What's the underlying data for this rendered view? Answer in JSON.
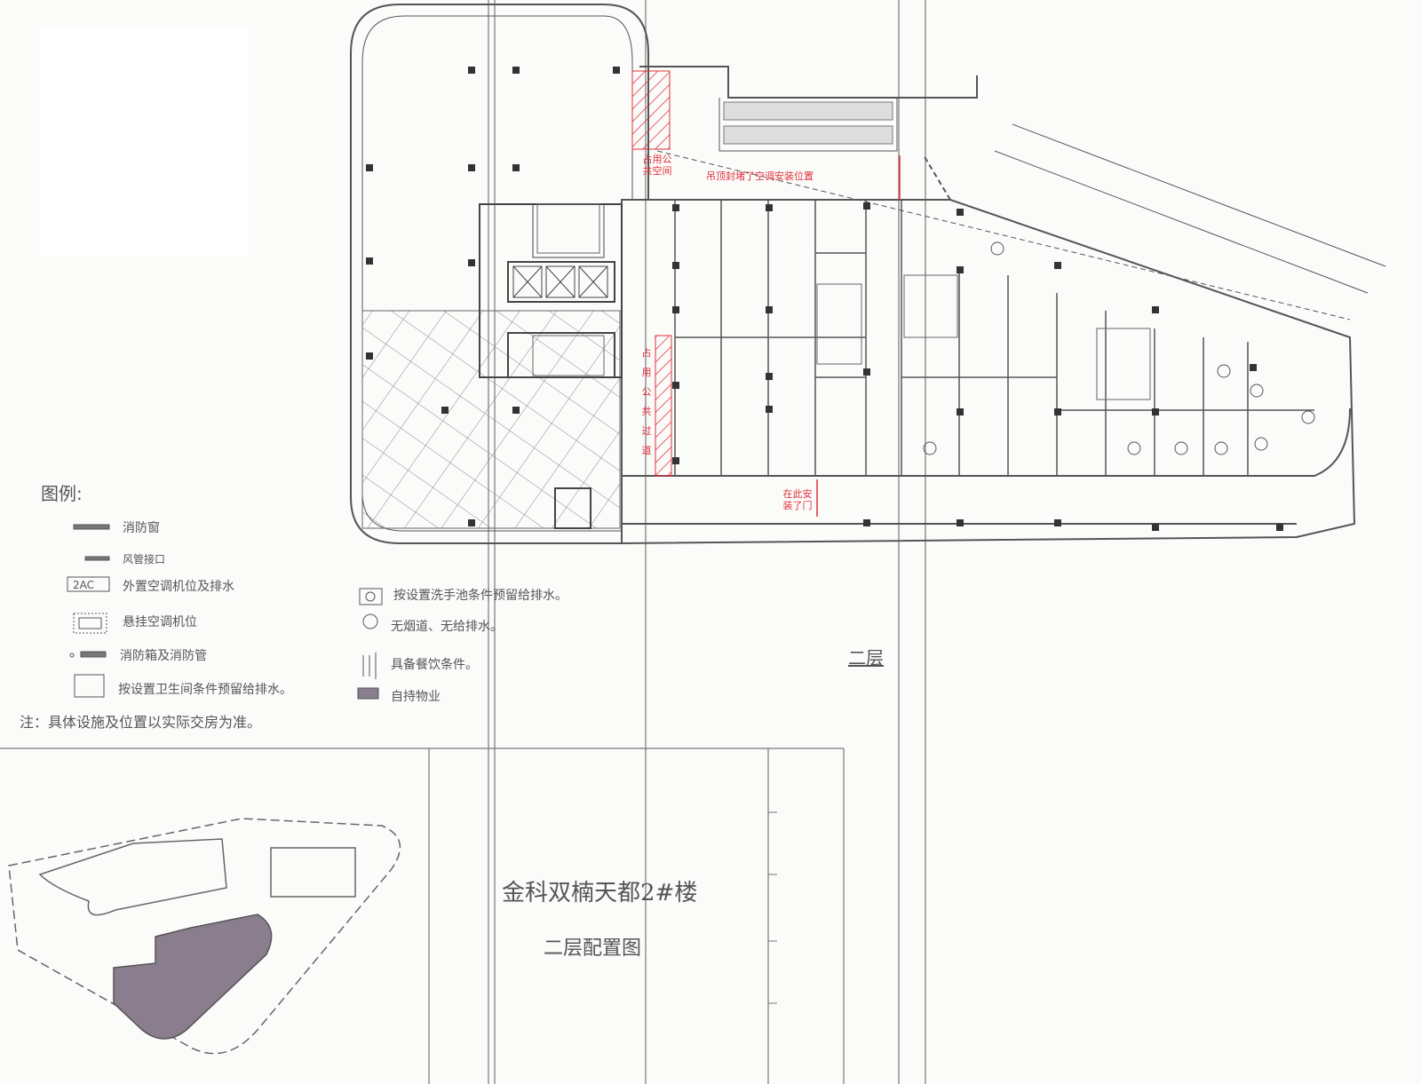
{
  "legend": {
    "title": "图例:",
    "items": [
      {
        "icon": "fire-window-icon",
        "label": "消防窗"
      },
      {
        "icon": "duct-interface-icon",
        "label": "风管接口"
      },
      {
        "icon": "external-ac-icon",
        "label": "外置空调机位及排水",
        "symbol": "2AC"
      },
      {
        "icon": "hanging-ac-icon",
        "label": "悬挂空调机位"
      },
      {
        "icon": "fire-hydrant-icon",
        "label": "消防箱及消防管"
      },
      {
        "icon": "toilet-icon",
        "label": "按设置卫生间条件预留给排水。"
      },
      {
        "icon": "sink-icon",
        "label": "按设置洗手池条件预留给排水。"
      },
      {
        "icon": "no-flue-icon",
        "label": "无烟道、无给排水。"
      },
      {
        "icon": "dining-icon",
        "label": "具备餐饮条件。"
      },
      {
        "icon": "self-owned-icon",
        "label": "自持物业"
      }
    ]
  },
  "note": "注：具体设施及位置以实际交房为准。",
  "annotations": {
    "occupied_space": "占用公共空间",
    "ceiling_blocked": "吊顶封堵了空调安装位置",
    "occupied_corridor": "占用公共过道",
    "door_installed": "在此安装了门"
  },
  "floor_label": "二层",
  "title": "金科双楠天都2#楼",
  "subtitle": "二层配置图",
  "colors": {
    "annotation": "#e0303a",
    "line": "#666666",
    "self_owned": "#8a7d8e"
  }
}
